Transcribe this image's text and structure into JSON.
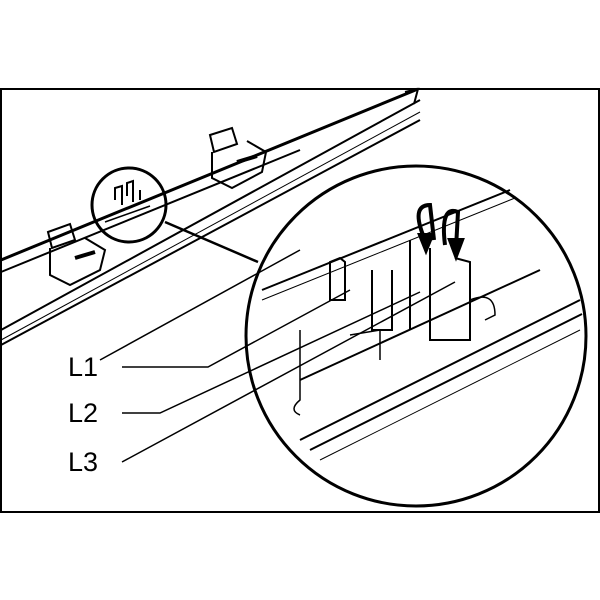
{
  "labels": {
    "l1": "L1",
    "l2": "L2",
    "l3": "L3"
  },
  "colors": {
    "stroke": "#000000",
    "background": "#ffffff"
  }
}
